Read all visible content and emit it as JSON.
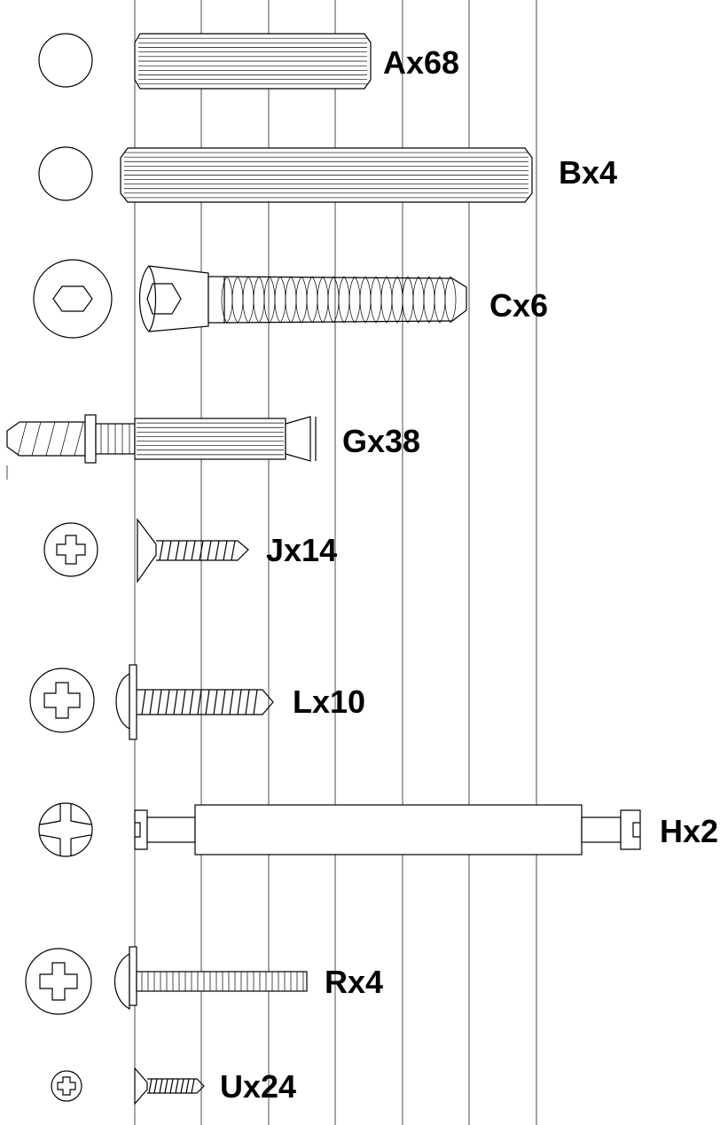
{
  "title": "",
  "grid": {
    "visible": true,
    "lines": 7
  },
  "colors": {
    "ink": "#000000",
    "paper": "#ffffff"
  },
  "parts": [
    {
      "label": "Ax68",
      "kind": "dowel",
      "icon": "circle-icon"
    },
    {
      "label": "Bx4",
      "kind": "long-dowel",
      "icon": "circle-icon"
    },
    {
      "label": "Cx6",
      "kind": "hex-socket-screw",
      "icon": "hex-socket-icon"
    },
    {
      "label": "Gx38",
      "kind": "cam-connector-bolt",
      "icon": "none"
    },
    {
      "label": "Jx14",
      "kind": "countersunk-screw",
      "icon": "phillips-icon"
    },
    {
      "label": "Lx10",
      "kind": "pan-head-screw",
      "icon": "phillips-icon"
    },
    {
      "label": "Hx2",
      "kind": "double-ended-rod",
      "icon": "phillips-icon"
    },
    {
      "label": "Rx4",
      "kind": "machine-screw",
      "icon": "phillips-icon"
    },
    {
      "label": "Ux24",
      "kind": "small-screw",
      "icon": "phillips-icon"
    }
  ]
}
